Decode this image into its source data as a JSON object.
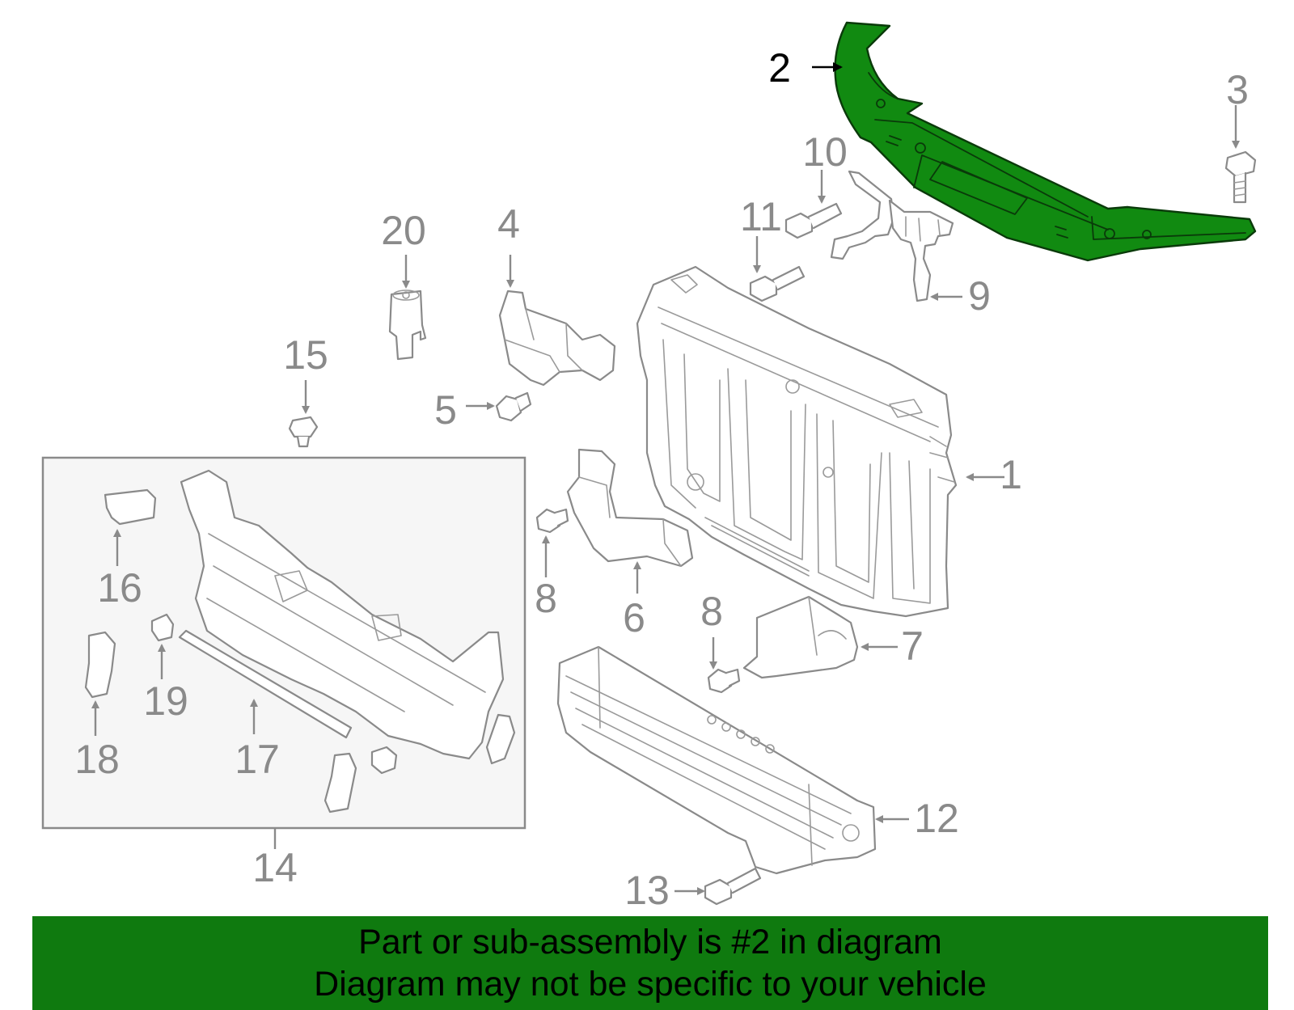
{
  "diagram": {
    "highlighted_part": "2",
    "colors": {
      "highlight_fill": "#118a11",
      "line_gray": "#8a8a8a",
      "banner": "#0f7a0f",
      "box_fill": "#f6f6f6"
    },
    "callouts": [
      {
        "id": "c1",
        "label": "1"
      },
      {
        "id": "c2",
        "label": "2"
      },
      {
        "id": "c3",
        "label": "3"
      },
      {
        "id": "c4",
        "label": "4"
      },
      {
        "id": "c5",
        "label": "5"
      },
      {
        "id": "c6",
        "label": "6"
      },
      {
        "id": "c7",
        "label": "7"
      },
      {
        "id": "c8a",
        "label": "8"
      },
      {
        "id": "c8b",
        "label": "8"
      },
      {
        "id": "c9",
        "label": "9"
      },
      {
        "id": "c10",
        "label": "10"
      },
      {
        "id": "c11",
        "label": "11"
      },
      {
        "id": "c12",
        "label": "12"
      },
      {
        "id": "c13",
        "label": "13"
      },
      {
        "id": "c14",
        "label": "14"
      },
      {
        "id": "c15",
        "label": "15"
      },
      {
        "id": "c16",
        "label": "16"
      },
      {
        "id": "c17",
        "label": "17"
      },
      {
        "id": "c18",
        "label": "18"
      },
      {
        "id": "c19",
        "label": "19"
      },
      {
        "id": "c20",
        "label": "20"
      }
    ]
  },
  "banner": {
    "line1": "Part or sub-assembly is #2 in diagram",
    "line2": "Diagram may not be specific to your vehicle"
  }
}
